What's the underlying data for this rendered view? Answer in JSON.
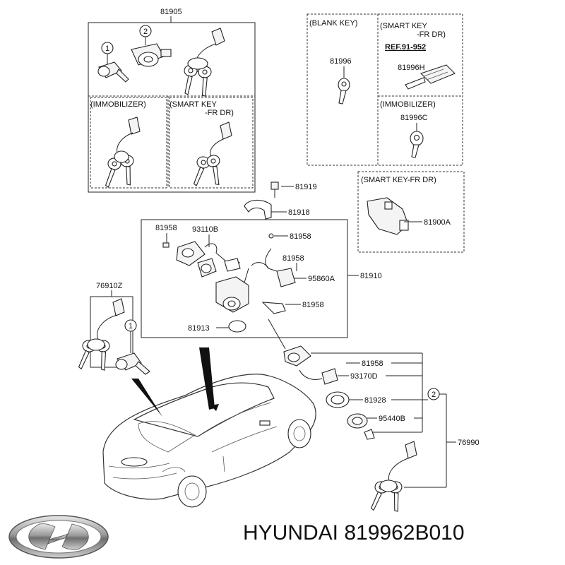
{
  "brand_text": "HYUNDAI 819962B010",
  "logo_name": "hyundai-logo",
  "labels": {
    "p81905": "81905",
    "c1_top": "1",
    "c2_top": "2",
    "immobilizer_top": "(IMMOBILIZER)",
    "smartkey_top_1": "(SMART KEY",
    "smartkey_top_2": "-FR DR)",
    "blank_key": "(BLANK KEY)",
    "smartkey_r_1": "(SMART KEY",
    "smartkey_r_2": "-FR DR)",
    "ref": "REF.91-952",
    "p81996": "81996",
    "p81996H": "81996H",
    "immobilizer_r": "(IMMOBILIZER)",
    "p81996C": "81996C",
    "p81919": "81919",
    "p81918": "81918",
    "smartkey_frdr": "(SMART KEY-FR DR)",
    "p81900A": "81900A",
    "p81958_a": "81958",
    "p93110B": "93110B",
    "p81958_b": "81958",
    "p81958_c": "81958",
    "p95860A": "95860A",
    "p81910": "81910",
    "p81958_d": "81958",
    "p81913": "81913",
    "p76910Z": "76910Z",
    "c1_left": "1",
    "p81958_e": "81958",
    "p93170D": "93170D",
    "p81928": "81928",
    "c2_right": "2",
    "p95440B": "95440B",
    "p76990": "76990"
  }
}
